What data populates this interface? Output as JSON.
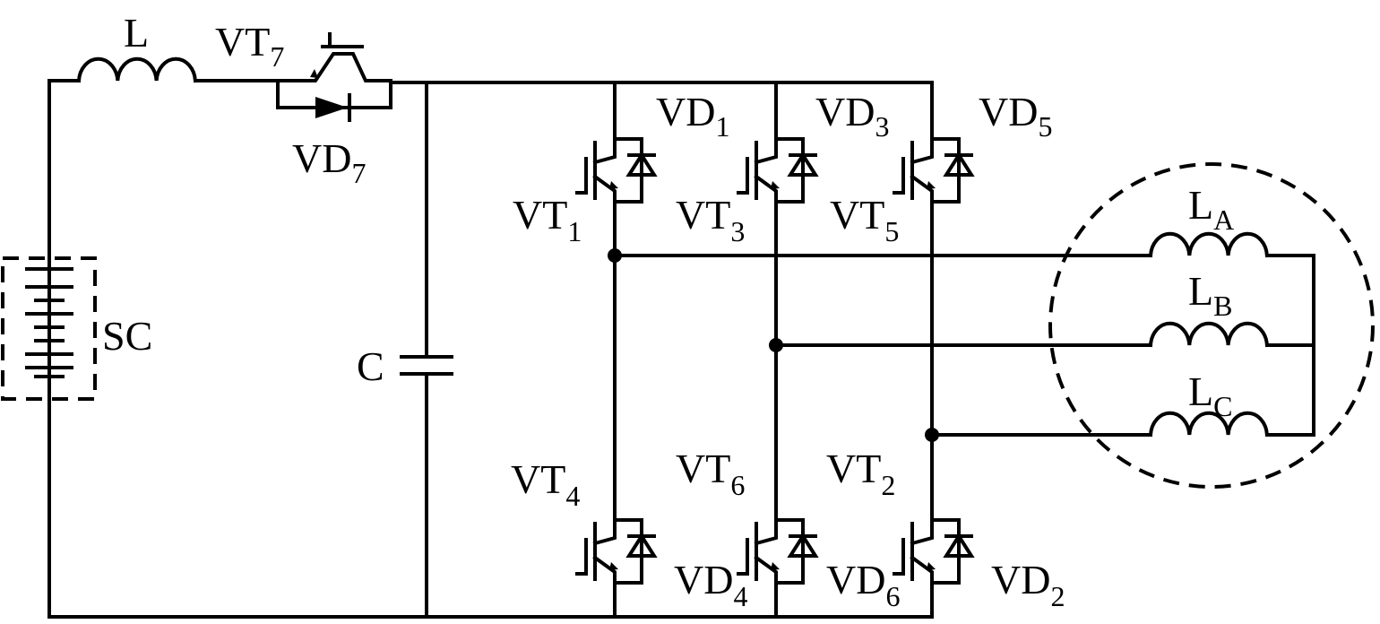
{
  "labels": {
    "L": "L",
    "VT7": {
      "main": "VT",
      "sub": "7"
    },
    "VD7": {
      "main": "VD",
      "sub": "7"
    },
    "SC": "SC",
    "C": "C",
    "VT1": {
      "main": "VT",
      "sub": "1"
    },
    "VT3": {
      "main": "VT",
      "sub": "3"
    },
    "VT5": {
      "main": "VT",
      "sub": "5"
    },
    "VT4": {
      "main": "VT",
      "sub": "4"
    },
    "VT6": {
      "main": "VT",
      "sub": "6"
    },
    "VT2": {
      "main": "VT",
      "sub": "2"
    },
    "VD1": {
      "main": "VD",
      "sub": "1"
    },
    "VD3": {
      "main": "VD",
      "sub": "3"
    },
    "VD5": {
      "main": "VD",
      "sub": "5"
    },
    "VD4": {
      "main": "VD",
      "sub": "4"
    },
    "VD6": {
      "main": "VD",
      "sub": "6"
    },
    "VD2": {
      "main": "VD",
      "sub": "2"
    },
    "LA": {
      "main": "L",
      "sub": "A"
    },
    "LB": {
      "main": "L",
      "sub": "B"
    },
    "LC": {
      "main": "L",
      "sub": "C"
    }
  },
  "colors": {
    "line": "#000000",
    "background": "#ffffff"
  }
}
